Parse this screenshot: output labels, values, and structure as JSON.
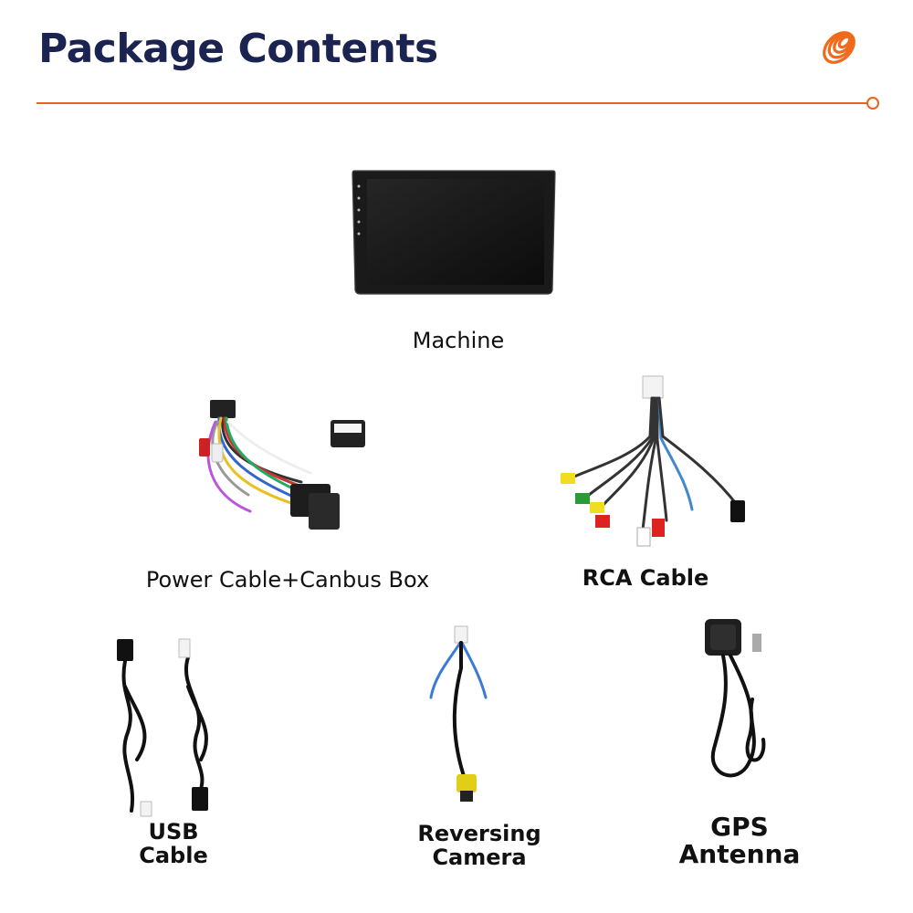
{
  "header": {
    "title": "Package Contents",
    "accent_color": "#e8641e",
    "title_color": "#1b2350",
    "logo_icon": "orange-coil-logo"
  },
  "items": [
    {
      "id": "machine",
      "label": "Machine",
      "icon": "head-unit-screen"
    },
    {
      "id": "power",
      "label": "Power Cable+Canbus Box",
      "icon": "wiring-harness-with-canbus-box"
    },
    {
      "id": "rca",
      "label": "RCA Cable",
      "icon": "rca-cable-bundle"
    },
    {
      "id": "usb",
      "label_line1": "USB",
      "label_line2": "Cable",
      "icon": "usb-cables"
    },
    {
      "id": "camera",
      "label_line1": "Reversing",
      "label_line2": "Camera",
      "icon": "reversing-camera-cable"
    },
    {
      "id": "gps",
      "label_line1": "GPS",
      "label_line2": "Antenna",
      "icon": "gps-antenna"
    }
  ]
}
